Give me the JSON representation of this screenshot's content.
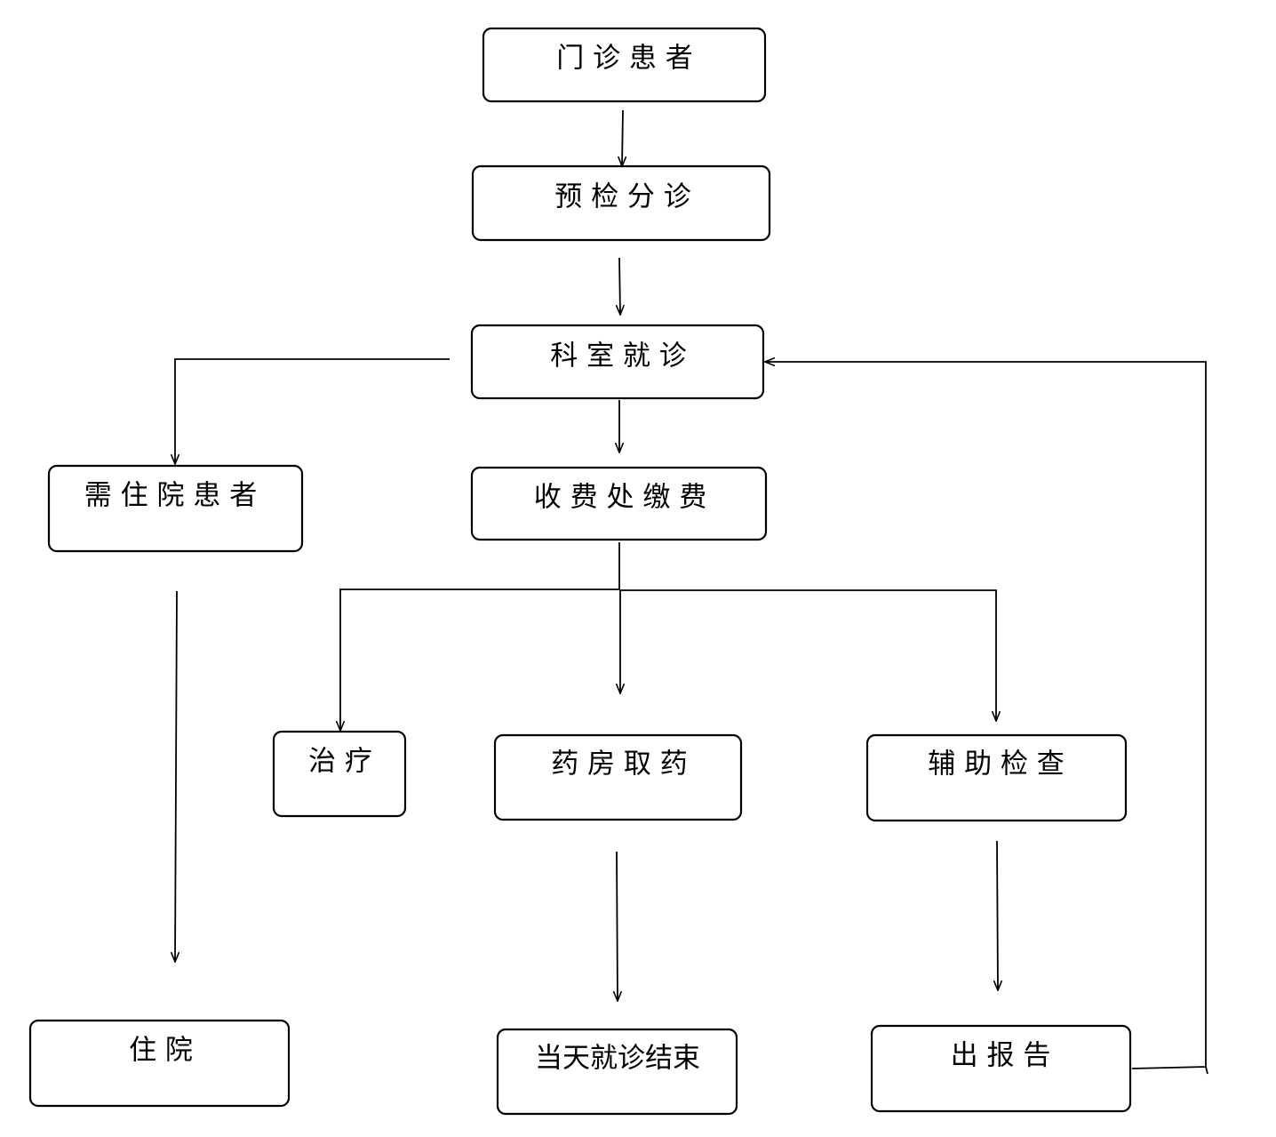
{
  "diagram": {
    "nodes": {
      "outpatient": "门 诊 患 者",
      "triage": "预 检 分 诊",
      "department_visit": "科 室 就 诊",
      "inpatient_needed": "需 住 院 患 者",
      "cashier_payment": "收 费 处 缴 费",
      "treatment": "治   疗",
      "pharmacy": "药 房 取 药",
      "auxiliary_exam": "辅 助 检 查",
      "hospitalization": "住   院",
      "visit_end": "当天就诊结束",
      "report": "出 报 告"
    },
    "edges": [
      {
        "from": "outpatient",
        "to": "triage"
      },
      {
        "from": "triage",
        "to": "department_visit"
      },
      {
        "from": "department_visit",
        "to": "inpatient_needed"
      },
      {
        "from": "department_visit",
        "to": "cashier_payment"
      },
      {
        "from": "cashier_payment",
        "to": "treatment"
      },
      {
        "from": "cashier_payment",
        "to": "pharmacy"
      },
      {
        "from": "cashier_payment",
        "to": "auxiliary_exam"
      },
      {
        "from": "inpatient_needed",
        "to": "hospitalization"
      },
      {
        "from": "pharmacy",
        "to": "visit_end"
      },
      {
        "from": "auxiliary_exam",
        "to": "report"
      },
      {
        "from": "report",
        "to": "department_visit"
      }
    ]
  }
}
